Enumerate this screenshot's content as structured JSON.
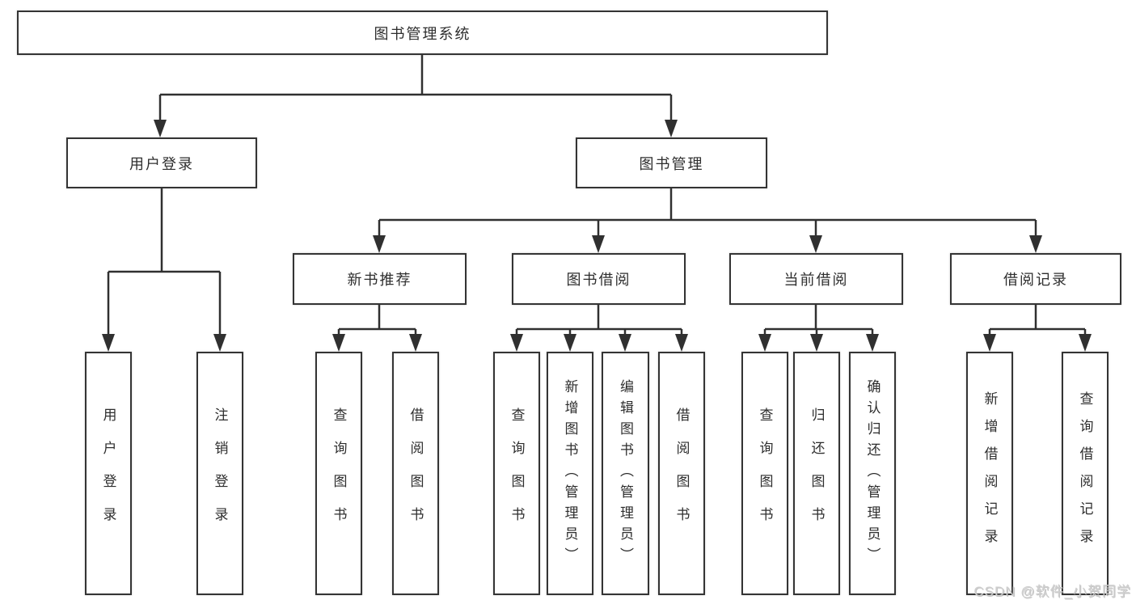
{
  "tree": {
    "label": "图书管理系统",
    "children": [
      {
        "label": "用户登录",
        "children": [
          {
            "label": "用户登录"
          },
          {
            "label": "注销登录"
          }
        ]
      },
      {
        "label": "图书管理",
        "children": [
          {
            "label": "新书推荐",
            "children": [
              {
                "label": "查询图书"
              },
              {
                "label": "借阅图书"
              }
            ]
          },
          {
            "label": "图书借阅",
            "children": [
              {
                "label": "查询图书"
              },
              {
                "label": "新增图书（管理员）"
              },
              {
                "label": "编辑图书（管理员）"
              },
              {
                "label": "借阅图书"
              }
            ]
          },
          {
            "label": "当前借阅",
            "children": [
              {
                "label": "查询图书"
              },
              {
                "label": "归还图书"
              },
              {
                "label": "确认归还（管理员）"
              }
            ]
          },
          {
            "label": "借阅记录",
            "children": [
              {
                "label": "新增借阅记录"
              },
              {
                "label": "查询借阅记录"
              }
            ]
          }
        ]
      }
    ]
  },
  "watermark": {
    "text": "CSDN @软件_小贺同学"
  },
  "colors": {
    "line": "#303030",
    "box_border": "#343434",
    "text": "#2e2e2e",
    "background": "#ffffff",
    "watermark": "#cfcfcf"
  }
}
